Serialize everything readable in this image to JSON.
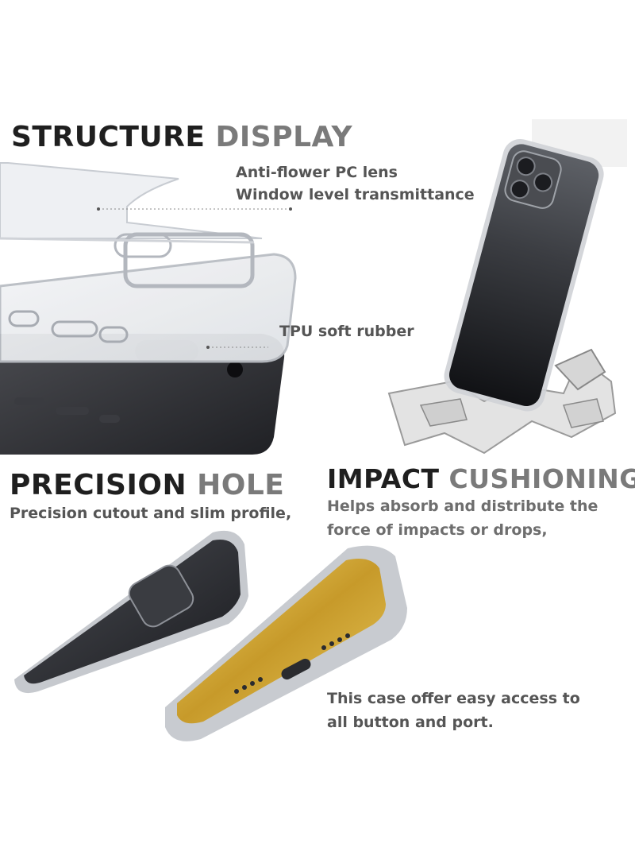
{
  "sections": {
    "structure": {
      "title_dark": "STRUCTURE",
      "title_grey": "DISPLAY",
      "callout_lens_line1": "Anti-flower PC lens",
      "callout_lens_line2": "Window level transmittance",
      "callout_tpu": "TPU soft rubber"
    },
    "precision": {
      "title_dark": "PRECISION",
      "title_grey": "HOLE",
      "subtitle": "Precision cutout and slim profile,"
    },
    "impact": {
      "title_dark": "IMPACT",
      "title_grey": "CUSHIONING",
      "subtitle_line1": "Helps absorb and distribute the",
      "subtitle_line2": "force of impacts or drops,"
    },
    "access": {
      "line1": "This case offer easy access to",
      "line2": "all button and port."
    }
  },
  "colors": {
    "title_dark": "#1f1f1f",
    "title_grey": "#7a7a7a",
    "caption": "#555555",
    "phone_body": "#2c2d31",
    "case_edge": "#c9ccd1",
    "gold_screen": "#c9a13a"
  }
}
